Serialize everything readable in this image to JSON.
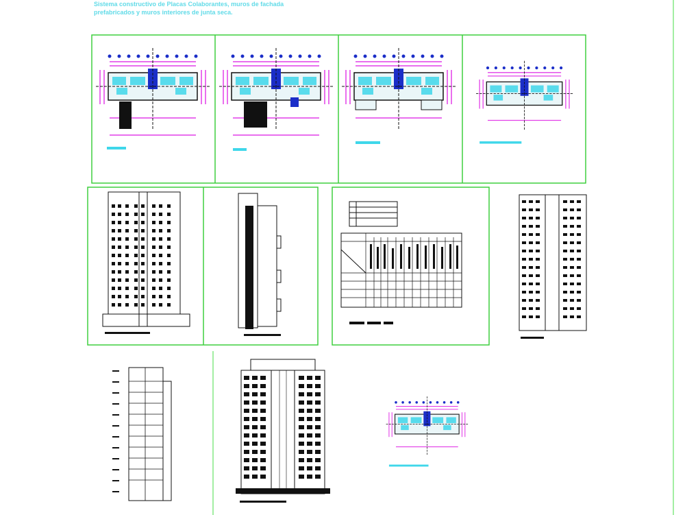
{
  "sheet_title": {
    "line1": "Sistema constructivo de Placas Colaborantes, muros de fachada",
    "line2": "prefabricados y muros interiores de junta seca."
  },
  "colors": {
    "frame": "#3ecf3e",
    "magenta": "#e23ee8",
    "cyan": "#3fd7ea",
    "blue": "#1b2ec8",
    "dark": "#111111",
    "title": "#62dbe8",
    "border_line": "#44dd44"
  },
  "frames": [
    "plan-1",
    "plan-2",
    "plan-3",
    "plan-4",
    "elevation-front",
    "elevation-side",
    "schedule-table"
  ],
  "drawings": [
    "floor-plan-ground",
    "floor-plan-first",
    "floor-plan-typical-a",
    "floor-plan-typical-b",
    "front-elevation-a",
    "side-elevation-a",
    "door-window-schedule",
    "rear-elevation",
    "side-elevation-b",
    "front-elevation-b",
    "floor-plan-roof"
  ]
}
